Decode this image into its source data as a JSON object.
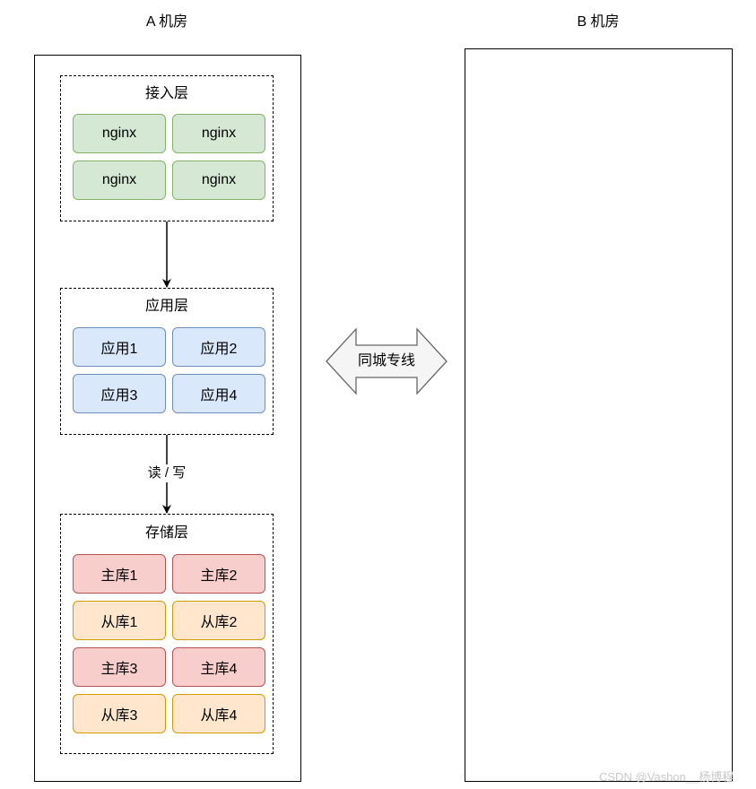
{
  "room_a": {
    "title": "A 机房"
  },
  "room_b": {
    "title": "B 机房"
  },
  "access_layer": {
    "title": "接入层",
    "nodes": [
      "nginx",
      "nginx",
      "nginx",
      "nginx"
    ]
  },
  "app_layer": {
    "title": "应用层",
    "nodes": [
      "应用1",
      "应用2",
      "应用3",
      "应用4"
    ]
  },
  "storage_layer": {
    "title": "存储层",
    "nodes": [
      "主库1",
      "主库2",
      "从库1",
      "从库2",
      "主库3",
      "主库4",
      "从库3",
      "从库4"
    ]
  },
  "edges": {
    "app_to_storage_label": "读 / 写",
    "link_label": "同城专线"
  },
  "watermark": "CSDN @Vashon__杨博程",
  "colors": {
    "access_fill": "#d5e8d4",
    "access_stroke": "#82b366",
    "app_fill": "#dae8fc",
    "app_stroke": "#6c8ebf",
    "master_fill": "#f8cecc",
    "master_stroke": "#b85450",
    "slave_fill": "#ffe6cc",
    "slave_stroke": "#d79b00",
    "link_fill": "#f5f5f5",
    "link_stroke": "#666666"
  }
}
